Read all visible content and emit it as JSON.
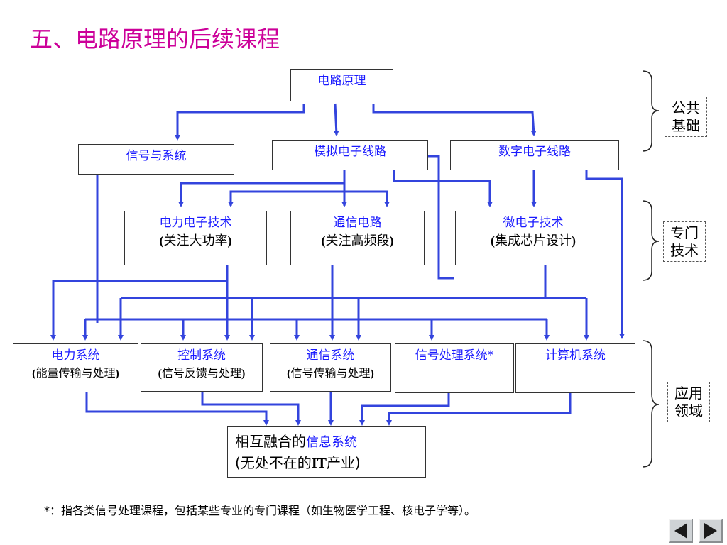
{
  "title": "五、电路原理的后续课程",
  "nodes": {
    "root": "电路原理",
    "signals": "信号与系统",
    "analog": "模拟电子线路",
    "digital": "数字电子线路",
    "power_elec": {
      "title": "电力电子技术",
      "sub_pre": "(",
      "sub_text": "关注大功率",
      "sub_post": ")"
    },
    "comm_circuit": {
      "title": "通信电路",
      "sub_pre": "(",
      "sub_text": "关注高频段",
      "sub_post": ")"
    },
    "micro": {
      "title": "微电子技术",
      "sub_pre": "(",
      "sub_text": "集成芯片设计",
      "sub_post": ")"
    },
    "power_sys": {
      "title": "电力系统",
      "sub_pre": "(",
      "sub_text": "能量传输与处理",
      "sub_post": ")"
    },
    "control_sys": {
      "title": "控制系统",
      "sub_pre": "(",
      "sub_text": "信号反馈与处理",
      "sub_post": ")"
    },
    "comm_sys": {
      "title": "通信系统",
      "sub_pre": "(",
      "sub_text": "信号传输与处理",
      "sub_post": ")"
    },
    "dsp_sys": "信号处理系统*",
    "computer_sys": "计算机系统",
    "final": {
      "prefix": "相互融合的",
      "highlight": "信息系统",
      "line2_pre": "(无处不在的",
      "line2_it": "IT",
      "line2_post": "产业)"
    }
  },
  "side_labels": {
    "public": [
      "公共",
      "基础"
    ],
    "special": [
      "专门",
      "技术"
    ],
    "application": [
      "应用",
      "领域"
    ]
  },
  "footnote": "*：指各类信号处理课程，包括某些专业的专门课程（如生物医学工程、核电子学等）。",
  "colors": {
    "title": "#cc0099",
    "arrow": "#3344dd",
    "box_title": "#1a1aff"
  },
  "nav": {
    "prev_icon": "triangle-left",
    "next_icon": "triangle-right"
  }
}
